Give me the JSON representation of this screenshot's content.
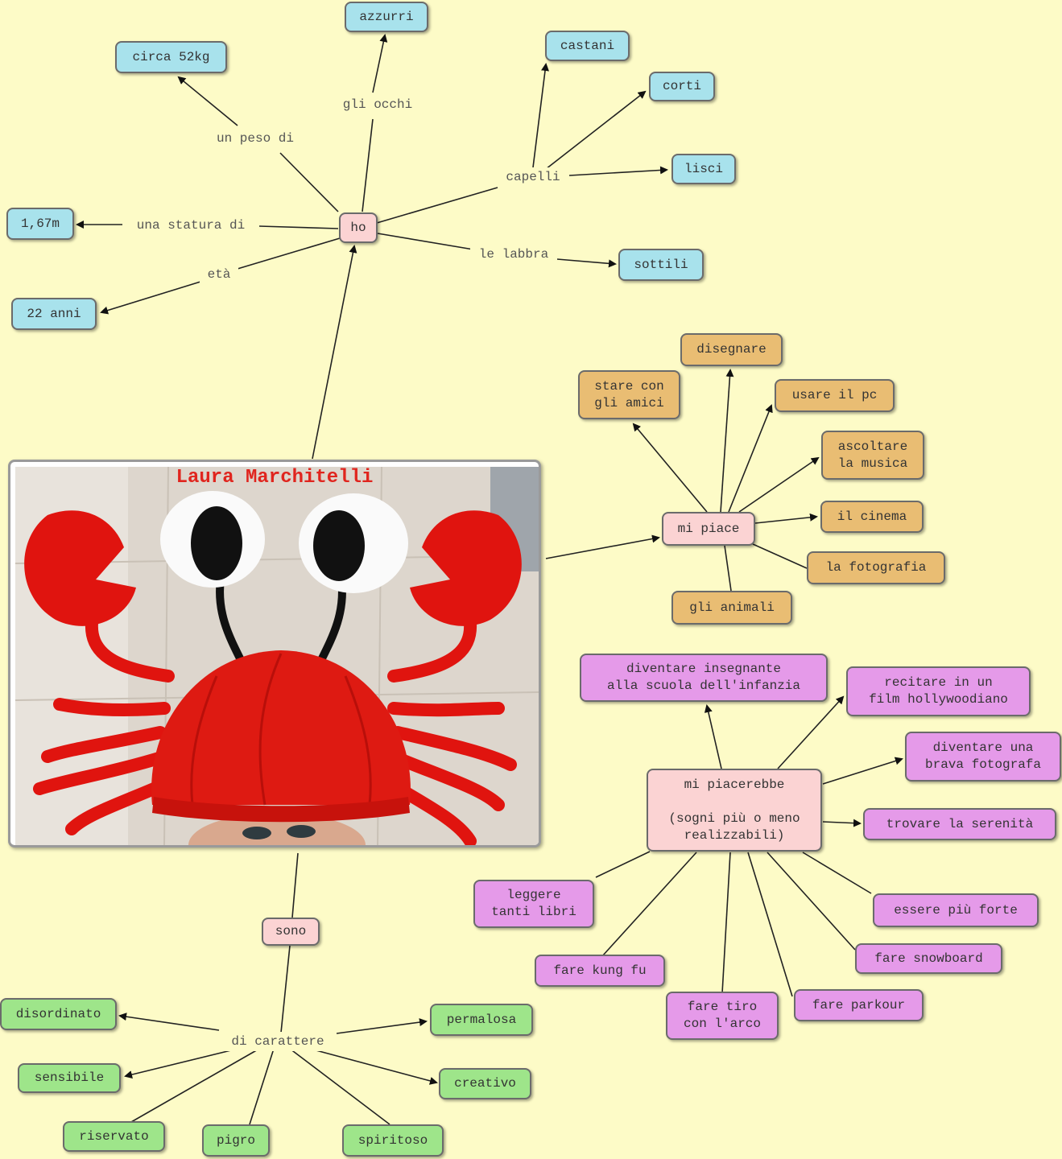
{
  "photo": {
    "title": "Laura Marchitelli"
  },
  "nodes": {
    "azzurri": "azzurri",
    "circa_52kg": "circa 52kg",
    "castani": "castani",
    "corti": "corti",
    "lisci": "lisci",
    "ho": "ho",
    "altezza": "1,67m",
    "sottili": "sottili",
    "anni_22": "22 anni",
    "disegnare": "disegnare",
    "stare_amici": "stare con\ngli amici",
    "usare_pc": "usare il pc",
    "ascoltare_musica": "ascoltare\nla musica",
    "mi_piace": "mi piace",
    "cinema": "il cinema",
    "fotografia": "la fotografia",
    "animali": "gli animali",
    "insegnante": "diventare insegnante\nalla scuola dell'infanzia",
    "recitare": "recitare in un\nfilm hollywoodiano",
    "fotografa": "diventare una\nbrava fotografa",
    "mi_piacerebbe": "mi piacerebbe\n\n(sogni più o meno\nrealizzabili)",
    "serenita": "trovare la serenità",
    "libri": "leggere\ntanti libri",
    "forte": "essere più forte",
    "kung_fu": "fare kung fu",
    "snowboard": "fare snowboard",
    "parkour": "fare parkour",
    "tiro_arco": "fare tiro\ncon l'arco",
    "sono": "sono",
    "disordinato": "disordinato",
    "permalosa": "permalosa",
    "sensibile": "sensibile",
    "creativo": "creativo",
    "riservato": "riservato",
    "pigro": "pigro",
    "spiritoso": "spiritoso"
  },
  "links": {
    "gli_occhi": "gli occhi",
    "un_peso_di": "un peso di",
    "capelli": "capelli",
    "una_statura_di": "una statura di",
    "le_labbra": "le labbra",
    "eta": "età",
    "di_carattere": "di carattere"
  },
  "colors": {
    "blue": "#a8e2ec",
    "orange": "#e9bd73",
    "pink": "#fbd3d3",
    "purple": "#e59ae9",
    "green": "#9ee58a",
    "background": "#fdfbc7",
    "title_red": "#e0251e"
  }
}
